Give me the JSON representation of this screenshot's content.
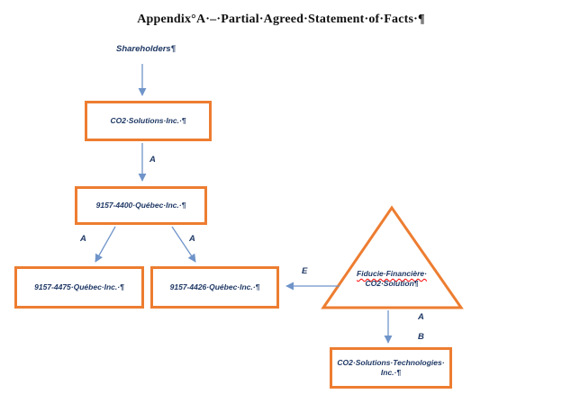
{
  "document": {
    "title": "Appendix°A·–·Partial·Agreed·Statement·of·Facts·¶"
  },
  "diagram": {
    "shareholders_label": "Shareholders¶",
    "boxes": {
      "co2_solutions": {
        "label": "CO2·Solutions·Inc.·¶"
      },
      "q4400": {
        "label": "9157-4400·Québec·Inc.·¶"
      },
      "q4475": {
        "label": "9157-4475·Québec·Inc.·¶"
      },
      "q4426": {
        "label": "9157-4426·Québec·Inc.·¶"
      },
      "co2_tech": {
        "line1": "CO2·Solutions·Technologies·",
        "line2": "Inc.·¶"
      }
    },
    "triangle": {
      "line1": "Fiducie·Financière·",
      "line2": "CO2·Solution¶"
    },
    "edge_labels": {
      "co2_to_q4400": "A",
      "q4400_to_q4475": "A",
      "q4400_to_q4426": "A",
      "trust_to_q4426": "E",
      "trust_to_tech_a": "A",
      "trust_to_tech_b": "B"
    },
    "colors": {
      "shape_border_orange": "#ED7D31",
      "arrow_blue": "#6F94C9",
      "text_navy": "#1F3864",
      "spellcheck_red": "#FF0000"
    }
  }
}
